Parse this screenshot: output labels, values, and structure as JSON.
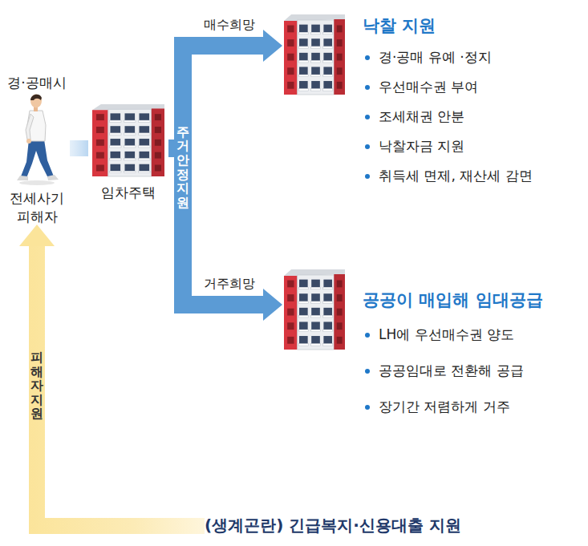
{
  "diagram": {
    "nodes": [
      {
        "text": [
          "경·공매시",
          "전세사기 피해자"
        ]
      },
      {
        "text": [
          "임차주택"
        ]
      },
      {
        "text": [
          "낙찰 지원",
          "경·공매 유예 ·정지",
          "우선매수권 부여",
          "조세채권 안분",
          "낙찰자금 지원",
          "취득세 면제, 재산세 감면"
        ]
      },
      {
        "text": [
          "공공이 매입해 임대공급",
          "LH에 우선매수권 양도",
          "공공임대로 전환해 공급",
          "장기간 저렴하게 거주"
        ]
      },
      {
        "text": [
          "(생계곤란) 긴급복지·신용대출 지원"
        ]
      }
    ],
    "edges": [
      {
        "from": 0,
        "to": 1,
        "arrow": "none"
      },
      {
        "from": 1,
        "to": 2,
        "label": "매수희망",
        "arrow": "to"
      },
      {
        "from": 1,
        "to": 3,
        "label": "거주희망",
        "arrow": "to"
      },
      {
        "from": 4,
        "to": 0,
        "label": "피해자 지원",
        "arrow": "to"
      }
    ],
    "labels": [
      "주거안정 지원"
    ]
  }
}
